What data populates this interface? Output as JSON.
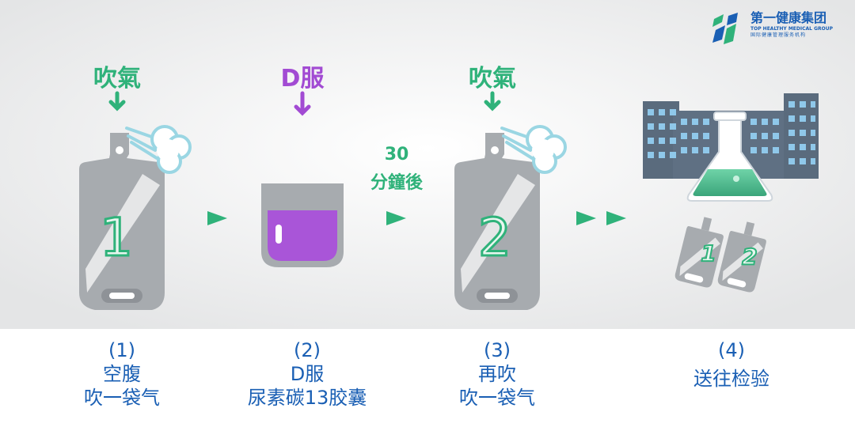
{
  "logo": {
    "name_cn": "第一健康集团",
    "name_en": "TOP HEALTHY MEDICAL GROUP",
    "tagline": "国际健康管理服务机构",
    "colors": [
      "#2fb27a",
      "#1a5fb4"
    ]
  },
  "steps": [
    {
      "top_label": "吹氣",
      "bag_number": "1",
      "caption_num": "(1)",
      "caption_lines": [
        "空腹",
        "吹一袋气"
      ]
    },
    {
      "top_label": "D服",
      "caption_num": "(2)",
      "caption_lines": [
        "D服",
        "尿素碳13胶囊"
      ]
    },
    {
      "top_label": "吹氣",
      "bag_number": "2",
      "caption_num": "(3)",
      "caption_lines": [
        "再吹",
        "吹一袋气"
      ]
    },
    {
      "caption_num": "(4)",
      "caption_lines": [
        "送往检验"
      ],
      "mini_bags": [
        "1",
        "2"
      ]
    }
  ],
  "wait": {
    "minutes": "30",
    "label": "分鐘後"
  },
  "colors": {
    "accent_green": "#2fb27a",
    "purple": "#a24bd3",
    "caption_blue": "#1a5fb4",
    "bag_gray": "#a7abaf"
  }
}
